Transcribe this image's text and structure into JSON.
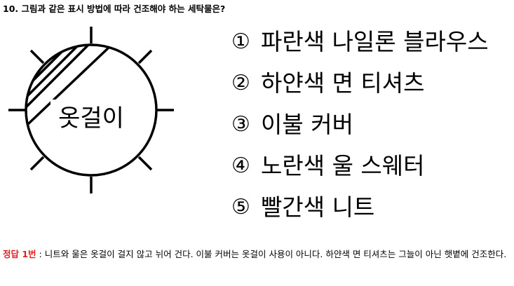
{
  "question": "10. 그림과 같은 표시 방법에 따라 건조해야 하는 세탁물은?",
  "symbol": {
    "label": "옷걸이"
  },
  "options": [
    {
      "num": "①",
      "text": "파란색 나일론 블라우스"
    },
    {
      "num": "②",
      "text": "하얀색 면 티셔츠"
    },
    {
      "num": "③",
      "text": "이불 커버"
    },
    {
      "num": "④",
      "text": "노란색 울 스웨터"
    },
    {
      "num": "⑤",
      "text": "빨간색 니트"
    }
  ],
  "answer": {
    "key": "정답 1번",
    "separator": " : ",
    "explanation": "니트와 울은 옷걸이 걸지 않고 뉘어 건다. 이불 커버는 옷걸이 사용이 아니다. 하얀색 면 티셔츠는 그늘이 아닌 햇볕에 건조한다."
  }
}
